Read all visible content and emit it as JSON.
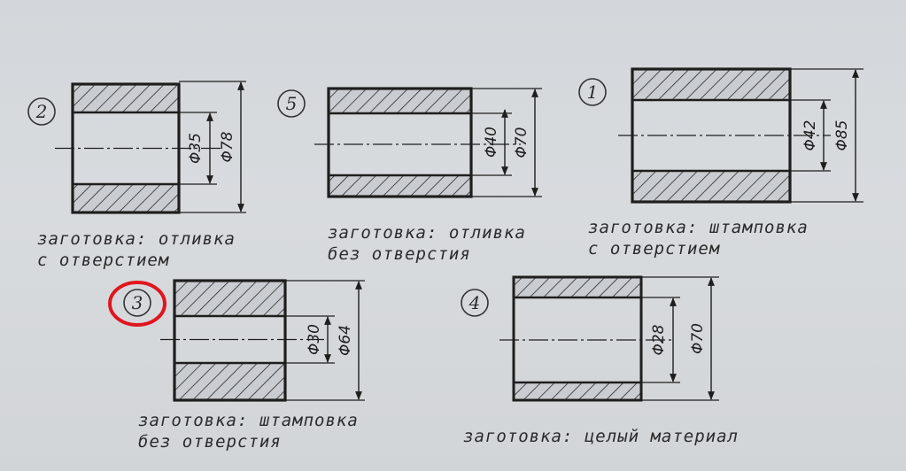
{
  "top_text": "",
  "highlight_color": "#e0161e",
  "ink_color": "#1e1e1e",
  "hatch_fill": "#c8cbcf",
  "parts": [
    {
      "number": "2",
      "caption": [
        "заготовка: отливка",
        "с отверстием"
      ],
      "dims": [
        "Φ35",
        "Φ78"
      ],
      "highlighted": false
    },
    {
      "number": "5",
      "caption": [
        "заготовка: отливка",
        "без отверстия"
      ],
      "dims": [
        "Φ40",
        "Φ70"
      ],
      "highlighted": false
    },
    {
      "number": "1",
      "caption": [
        "заготовка: штамповка",
        "с отверстием"
      ],
      "dims": [
        "Φ42",
        "Φ85"
      ],
      "highlighted": false
    },
    {
      "number": "3",
      "caption": [
        "заготовка: штамповка",
        "без отверстия"
      ],
      "dims": [
        "Φ30",
        "Φ64"
      ],
      "highlighted": true
    },
    {
      "number": "4",
      "caption": [
        "заготовка: целый материал"
      ],
      "dims": [
        "Φ28",
        "Φ70"
      ],
      "highlighted": false
    }
  ]
}
